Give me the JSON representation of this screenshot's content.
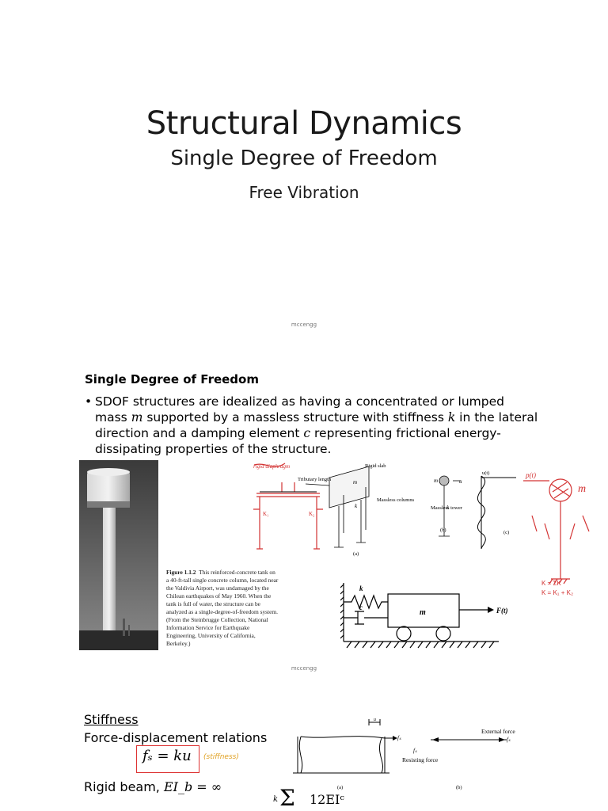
{
  "slide1": {
    "title": "Structural Dynamics",
    "subtitle": "Single Degree of Freedom",
    "topic": "Free Vibration",
    "footer": "mccengg"
  },
  "slide2": {
    "heading": "Single Degree of Freedom",
    "bullet_marker": "•",
    "bullet_text_parts": {
      "p1": "SDOF structures are idealized as having a concentrated or lumped mass ",
      "m": "m",
      "p2": " supported by a massless structure with stiffness ",
      "k": "k",
      "p3": " in the lateral direction and a damping element ",
      "c": "c",
      "p4": " representing frictional energy-dissipating  properties of the structure."
    },
    "figure_caption": {
      "label": "Figure 1.1.2",
      "text": "This reinforced-concrete tank on a 40-ft-tall single concrete column, located near the Valdivia Airport, was undamaged by the Chilean earthquakes of May 1960. When the tank is full of water, the structure can be analyzed as a single-degree-of-freedom system. (From the Steinbrugge Collection, National Information Service for Earthquake Engineering, University of California, Berkeley.)"
    },
    "diagram_labels": {
      "rigid_slab": "Rigid slab",
      "tributary_length": "Tributary length",
      "massless_columns": "Massless columns",
      "massless_tower": "Massless tower",
      "m": "m",
      "k": "k",
      "c": "c",
      "u": "u",
      "u_t": "u(t)",
      "p_t": "p(t)",
      "a": "(a)",
      "b": "(b)",
      "c_label": "(c)",
      "force": "F(t)",
      "hw_m": "m",
      "hw_k1": "K₁",
      "hw_k2": "K₂",
      "hw_k_sum": "K = ΣK",
      "hw_k_eq": "K = K₁ + K₂",
      "hw_rigid": "rigid diaphragm"
    },
    "footer": "mccengg"
  },
  "slide3": {
    "heading": "Stiffness",
    "subheading": "Force-displacement relations",
    "equation_lhs": "fₛ = ku",
    "equation_note": "(stiffness)",
    "rigid_beam_prefix": "Rigid beam, ",
    "rigid_beam_eq": "EI_b = ∞",
    "k_sum": "k = Σ 12EI_c",
    "diagram_labels": {
      "u": "u",
      "fs": "fₛ",
      "external_force": "External force",
      "resisting_force": "Resisting force",
      "a": "(a)",
      "b": "(b)"
    }
  },
  "colors": {
    "annotation_red": "#d33333",
    "note_yellow": "#e0a020"
  }
}
